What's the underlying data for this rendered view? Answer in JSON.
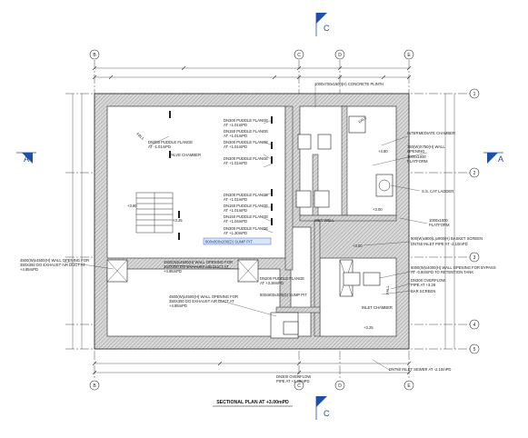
{
  "drawing": {
    "title": "SECTIONAL PLAN AT +3.00mPD",
    "section_marks": {
      "top": "C",
      "bottom": "C",
      "left": "A",
      "right": "A"
    },
    "grid_columns": [
      "B",
      "C",
      "D",
      "E"
    ],
    "grid_rows": [
      "1",
      "2",
      "3",
      "4",
      "5"
    ],
    "labels": {
      "concrete_plinth": "1000x700x1500(H) CONCRETE PLINTH",
      "fall_top": "FALL",
      "fall_left": "FALL",
      "fall_right": "FALL",
      "puddle_left_1": "DN300 PUDDLE FLANGE",
      "puddle_left_2": "AT -1.01mPD",
      "valve_chamber": "VALVE CHAMBER",
      "puddle_a1": "DN300 PUDDLE FLANGE",
      "puddle_a2": "AT +1.01mPD",
      "puddle_b1": "DN150 PUDDLE FLANGE",
      "puddle_b2": "AT +1.01mPD",
      "puddle_c1": "DN300 PUDDLE FLANGE",
      "puddle_c2": "AT +1.01mPD",
      "puddle_d1": "DN300 PUDDLE FLANGE",
      "puddle_d2": "AT +1.01mPD",
      "puddle_e1": "DN300 PUDDLE FLANGE",
      "puddle_e2": "AT +1.01mPD",
      "puddle_f1": "DN150 PUDDLE FLANGE",
      "puddle_f2": "AT +1.01mPD",
      "puddle_g1": "DN150 PUDDLE FLANGE",
      "puddle_g2": "AT +1.04mPD",
      "puddle_h1": "DN300 PUDDLE FLANGE",
      "puddle_h2": "AT +1.30mPD",
      "sump_pit": "800x800x200(D) SUMP PIT",
      "wall_opening_left_1": "4500(W)x4500(H) WALL OPENING FOR",
      "wall_opening_left_2": "350X350 DO EXHAUST AIR DUCT AT",
      "wall_opening_left_3": "+4.85mPD",
      "wall_opening_mid_1": "4500(W)x4500(H) WALL OPENING FOR",
      "wall_opening_mid_2": "350X350 DO EXHAUST AIR DUCT AT",
      "wall_opening_mid_3": "+4.85mPD",
      "wall_opening_low_1": "4500(W)x4500(H) WALL OPENING FOR",
      "wall_opening_low_2": "350X350 DO EXHAUST AIR DUCT AT",
      "wall_opening_low_3": "+4.85mPD",
      "puddle_low_1": "DN200 PUDDLE FLANGE",
      "puddle_low_2": "AT +3.36mPD",
      "sump_low": "800x800x300(D) SUMP PIT",
      "dn300_overflow_1": "DN300 OVERFLOW",
      "dn300_overflow_2": "PIPE AT +3.38mPD",
      "intermediate_chamber": "INTERMEDIATE CHAMBER",
      "wall_opening_right_1": "750(W)X750(H) WALL",
      "wall_opening_right_2": "OPENING",
      "platform_1": "1000x1000",
      "platform_2": "PLATFORM",
      "cat_ladder": "S.S. CAT LADDER",
      "platform_b1": "1000x1000",
      "platform_b2": "PLATFORM",
      "wet_well": "WET WELL",
      "basket_screen": "900(W)x900(L)x900(H) BASKET SCREEN",
      "dn750_inlet": "DN750 INLET PIPE AT -2.10mPD",
      "bypass_1": "6000(W)x4000(H) WALL OPENING FOR BYPASS",
      "bypass_2": "AT -0.80mPD TO RETENTION TANK",
      "dn300_overflow_r1": "DN300 OVERFLOW",
      "dn300_overflow_r2": "PIPE AT +3.28",
      "bar_screen": "BAR SCREEN",
      "inlet_chamber": "INLET CHAMBER",
      "dn750_sewer": "DN750 INLET SEWER AT -2.10mPD",
      "level_stair_1": "+3.80",
      "level_stair_2": "+3.25",
      "level_r1": "+4.80",
      "level_r2": "+3.00",
      "level_r3": "+3.00",
      "level_r4": "+3.25"
    }
  }
}
